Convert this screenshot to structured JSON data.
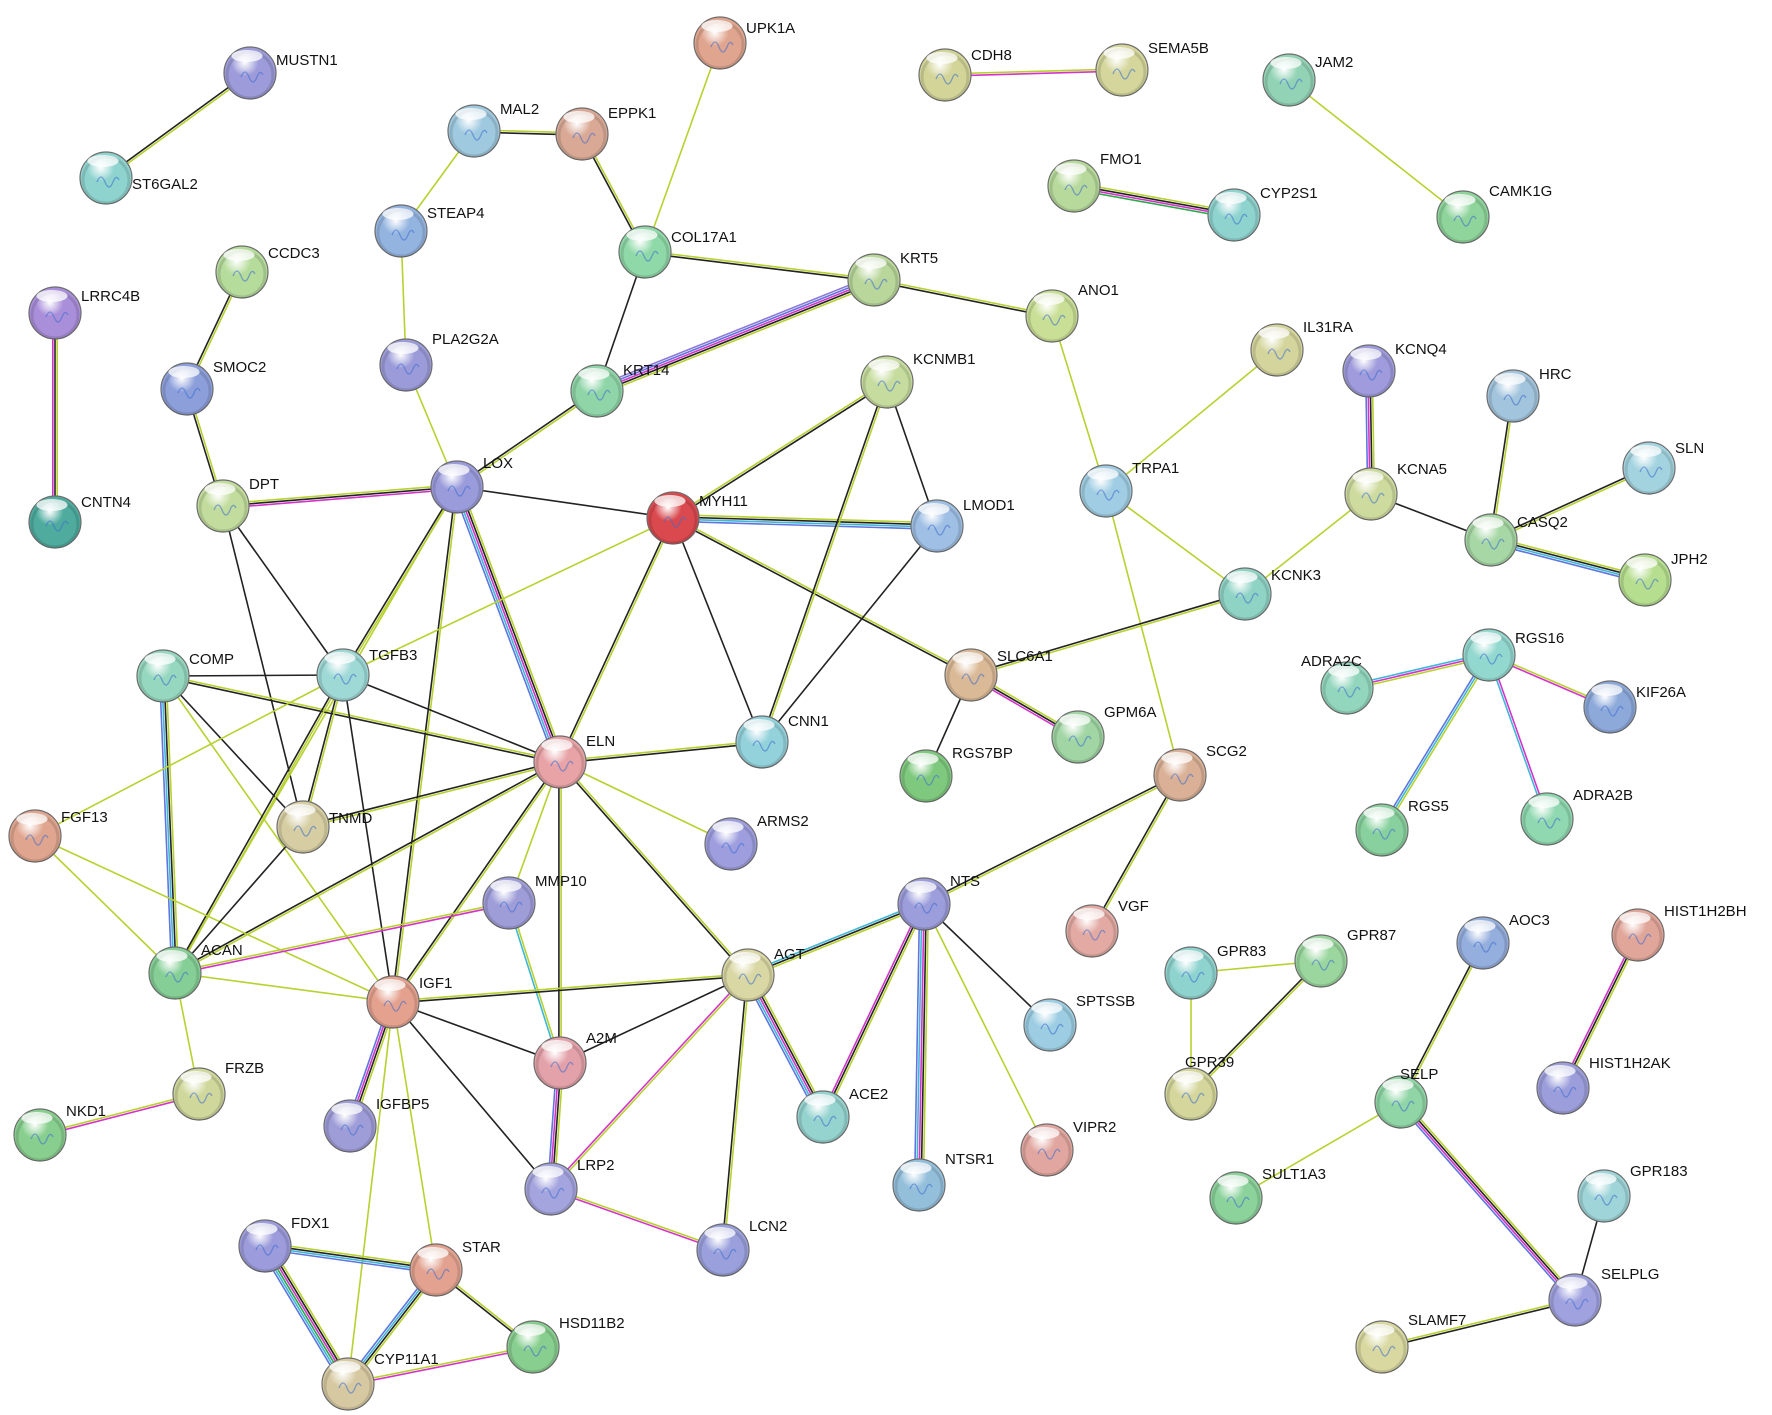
{
  "diagram": {
    "type": "protein-interaction-network",
    "edge_colors": {
      "y": "#b7d12f",
      "k": "#222222",
      "m": "#d433c9",
      "c": "#3fb7d6",
      "b": "#5e76de",
      "g": "#2ea84a",
      "p": "#8f7ad8"
    },
    "nodes": [
      {
        "id": "MUSTN1",
        "label": "MUSTN1",
        "color": "#9d9bd9"
      },
      {
        "id": "ST6GAL2",
        "label": "ST6GAL2",
        "color": "#8fd3cf"
      },
      {
        "id": "UPK1A",
        "label": "UPK1A",
        "color": "#e0a58f"
      },
      {
        "id": "MAL2",
        "label": "MAL2",
        "color": "#9fc9df"
      },
      {
        "id": "EPPK1",
        "label": "EPPK1",
        "color": "#d9a996"
      },
      {
        "id": "STEAP4",
        "label": "STEAP4",
        "color": "#94b4e0"
      },
      {
        "id": "COL17A1",
        "label": "COL17A1",
        "color": "#8fd9a8"
      },
      {
        "id": "CDH8",
        "label": "CDH8",
        "color": "#d2d498"
      },
      {
        "id": "SEMA5B",
        "label": "SEMA5B",
        "color": "#d4d69b"
      },
      {
        "id": "JAM2",
        "label": "JAM2",
        "color": "#92d3b5"
      },
      {
        "id": "CAMK1G",
        "label": "CAMK1G",
        "color": "#8ed49b"
      },
      {
        "id": "FMO1",
        "label": "FMO1",
        "color": "#b7d99b"
      },
      {
        "id": "CYP2S1",
        "label": "CYP2S1",
        "color": "#8fd3cf"
      },
      {
        "id": "CCDC3",
        "label": "CCDC3",
        "color": "#b6dc9c"
      },
      {
        "id": "KRT5",
        "label": "KRT5",
        "color": "#b9d69b"
      },
      {
        "id": "ANO1",
        "label": "ANO1",
        "color": "#c9df96"
      },
      {
        "id": "LRRC4B",
        "label": "LRRC4B",
        "color": "#a98ed9"
      },
      {
        "id": "SMOC2",
        "label": "SMOC2",
        "color": "#8c9fdb"
      },
      {
        "id": "PLA2G2A",
        "label": "PLA2G2A",
        "color": "#9b9bd9"
      },
      {
        "id": "KRT14",
        "label": "KRT14",
        "color": "#8fd5a8"
      },
      {
        "id": "KCNMB1",
        "label": "KCNMB1",
        "color": "#c6dc9e"
      },
      {
        "id": "IL31RA",
        "label": "IL31RA",
        "color": "#d4d59c"
      },
      {
        "id": "KCNQ4",
        "label": "KCNQ4",
        "color": "#9f9bdc"
      },
      {
        "id": "HRC",
        "label": "HRC",
        "color": "#a2c4dc"
      },
      {
        "id": "CNTN4",
        "label": "CNTN4",
        "color": "#4eab9e"
      },
      {
        "id": "DPT",
        "label": "DPT",
        "color": "#c1dc9c"
      },
      {
        "id": "LOX",
        "label": "LOX",
        "color": "#9a9bdb"
      },
      {
        "id": "MYH11",
        "label": "MYH11",
        "color": "#d9494e"
      },
      {
        "id": "LMOD1",
        "label": "LMOD1",
        "color": "#9fbfe4"
      },
      {
        "id": "TRPA1",
        "label": "TRPA1",
        "color": "#a0cde3"
      },
      {
        "id": "KCNA5",
        "label": "KCNA5",
        "color": "#cedb9e"
      },
      {
        "id": "SLN",
        "label": "SLN",
        "color": "#a3d3df"
      },
      {
        "id": "CASQ2",
        "label": "CASQ2",
        "color": "#a6d7a4"
      },
      {
        "id": "JPH2",
        "label": "JPH2",
        "color": "#b6de8f"
      },
      {
        "id": "KCNK3",
        "label": "KCNK3",
        "color": "#8fd3c4"
      },
      {
        "id": "COMP",
        "label": "COMP",
        "color": "#95d7bf"
      },
      {
        "id": "TGFB3",
        "label": "TGFB3",
        "color": "#9ed9d6"
      },
      {
        "id": "SLC6A1",
        "label": "SLC6A1",
        "color": "#dab996"
      },
      {
        "id": "RGS16",
        "label": "RGS16",
        "color": "#93d8cf"
      },
      {
        "id": "ADRA2C",
        "label": "ADRA2C",
        "color": "#92d6bd"
      },
      {
        "id": "KIF26A",
        "label": "KIF26A",
        "color": "#8da9da"
      },
      {
        "id": "ELN",
        "label": "ELN",
        "color": "#e7a3a6"
      },
      {
        "id": "CNN1",
        "label": "CNN1",
        "color": "#93d1db"
      },
      {
        "id": "GPM6A",
        "label": "GPM6A",
        "color": "#a1d5a4"
      },
      {
        "id": "RGS7BP",
        "label": "RGS7BP",
        "color": "#7fc97f"
      },
      {
        "id": "SCG2",
        "label": "SCG2",
        "color": "#dab096"
      },
      {
        "id": "FGF13",
        "label": "FGF13",
        "color": "#e0a58f"
      },
      {
        "id": "TNMD",
        "label": "TNMD",
        "color": "#d6cea2"
      },
      {
        "id": "ARMS2",
        "label": "ARMS2",
        "color": "#9e9edf"
      },
      {
        "id": "RGS5",
        "label": "RGS5",
        "color": "#88d19e"
      },
      {
        "id": "ADRA2B",
        "label": "ADRA2B",
        "color": "#8fd8b0"
      },
      {
        "id": "MMP10",
        "label": "MMP10",
        "color": "#9f9dd8"
      },
      {
        "id": "NTS",
        "label": "NTS",
        "color": "#9c9ddb"
      },
      {
        "id": "VGF",
        "label": "VGF",
        "color": "#e3aaa3"
      },
      {
        "id": "HIST1H2BH",
        "label": "HIST1H2BH",
        "color": "#e1a69a"
      },
      {
        "id": "AOC3",
        "label": "AOC3",
        "color": "#94aedd"
      },
      {
        "id": "GPR83",
        "label": "GPR83",
        "color": "#8fd3cf"
      },
      {
        "id": "GPR87",
        "label": "GPR87",
        "color": "#9ad69e"
      },
      {
        "id": "ACAN",
        "label": "ACAN",
        "color": "#85cf96"
      },
      {
        "id": "IGF1",
        "label": "IGF1",
        "color": "#e4a18e"
      },
      {
        "id": "AGT",
        "label": "AGT",
        "color": "#d9d7a3"
      },
      {
        "id": "SPTSSB",
        "label": "SPTSSB",
        "color": "#9ccde2"
      },
      {
        "id": "A2M",
        "label": "A2M",
        "color": "#e3a1a9"
      },
      {
        "id": "GPR39",
        "label": "GPR39",
        "color": "#d4d69b"
      },
      {
        "id": "SELP",
        "label": "SELP",
        "color": "#90d5a5"
      },
      {
        "id": "HIST1H2AK",
        "label": "HIST1H2AK",
        "color": "#9c9edb"
      },
      {
        "id": "NKD1",
        "label": "NKD1",
        "color": "#88cf8f"
      },
      {
        "id": "FRZB",
        "label": "FRZB",
        "color": "#cfd79b"
      },
      {
        "id": "IGFBP5",
        "label": "IGFBP5",
        "color": "#9f9dd8"
      },
      {
        "id": "ACE2",
        "label": "ACE2",
        "color": "#95d3cf"
      },
      {
        "id": "VIPR2",
        "label": "VIPR2",
        "color": "#e1a69f"
      },
      {
        "id": "LRP2",
        "label": "LRP2",
        "color": "#a4a4de"
      },
      {
        "id": "NTSR1",
        "label": "NTSR1",
        "color": "#94bfdb"
      },
      {
        "id": "SULT1A3",
        "label": "SULT1A3",
        "color": "#8bd29b"
      },
      {
        "id": "GPR183",
        "label": "GPR183",
        "color": "#9fd5d8"
      },
      {
        "id": "LCN2",
        "label": "LCN2",
        "color": "#9aa0dc"
      },
      {
        "id": "FDX1",
        "label": "FDX1",
        "color": "#9c9bdb"
      },
      {
        "id": "STAR",
        "label": "STAR",
        "color": "#e2a28f"
      },
      {
        "id": "HSD11B2",
        "label": "HSD11B2",
        "color": "#88cf8f"
      },
      {
        "id": "SELPLG",
        "label": "SELPLG",
        "color": "#a0a1df"
      },
      {
        "id": "SLAMF7",
        "label": "SLAMF7",
        "color": "#d8d8a0"
      },
      {
        "id": "CYP11A1",
        "label": "CYP11A1",
        "color": "#d6c9a2"
      }
    ],
    "edges": [
      [
        "MUSTN1",
        "ST6GAL2",
        "yk"
      ],
      [
        "MAL2",
        "EPPK1",
        "yk"
      ],
      [
        "MAL2",
        "STEAP4",
        "y"
      ],
      [
        "EPPK1",
        "COL17A1",
        "yk"
      ],
      [
        "UPK1A",
        "COL17A1",
        "y"
      ],
      [
        "CDH8",
        "SEMA5B",
        "ym"
      ],
      [
        "JAM2",
        "CAMK1G",
        "y"
      ],
      [
        "FMO1",
        "CYP2S1",
        "ykmg"
      ],
      [
        "COL17A1",
        "KRT5",
        "yk"
      ],
      [
        "COL17A1",
        "KRT14",
        "k"
      ],
      [
        "KRT5",
        "KRT14",
        "ykmbp"
      ],
      [
        "KRT5",
        "ANO1",
        "yk"
      ],
      [
        "CCDC3",
        "SMOC2",
        "yk"
      ],
      [
        "STEAP4",
        "PLA2G2A",
        "y"
      ],
      [
        "LRRC4B",
        "CNTN4",
        "ykm"
      ],
      [
        "SMOC2",
        "DPT",
        "yk"
      ],
      [
        "PLA2G2A",
        "LOX",
        "y"
      ],
      [
        "KRT14",
        "LOX",
        "yk"
      ],
      [
        "ANO1",
        "TRPA1",
        "y"
      ],
      [
        "IL31RA",
        "TRPA1",
        "y"
      ],
      [
        "KCNQ4",
        "KCNA5",
        "ykmb"
      ],
      [
        "HRC",
        "CASQ2",
        "yk"
      ],
      [
        "SLN",
        "CASQ2",
        "yk"
      ],
      [
        "KCNA5",
        "CASQ2",
        "k"
      ],
      [
        "KCNA5",
        "KCNK3",
        "y"
      ],
      [
        "CASQ2",
        "JPH2",
        "ykcb"
      ],
      [
        "TRPA1",
        "KCNK3",
        "y"
      ],
      [
        "TRPA1",
        "SCG2",
        "y"
      ],
      [
        "KCNK3",
        "SLC6A1",
        "yk"
      ],
      [
        "DPT",
        "LOX",
        "ykm"
      ],
      [
        "DPT",
        "TGFB3",
        "k"
      ],
      [
        "DPT",
        "TNMD",
        "k"
      ],
      [
        "LOX",
        "MYH11",
        "k"
      ],
      [
        "LOX",
        "TGFB3",
        "yk"
      ],
      [
        "LOX",
        "ELN",
        "ykmcb"
      ],
      [
        "LOX",
        "IGF1",
        "yk"
      ],
      [
        "LOX",
        "ACAN",
        "y"
      ],
      [
        "MYH11",
        "KCNMB1",
        "yk"
      ],
      [
        "MYH11",
        "LMOD1",
        "ykcb"
      ],
      [
        "MYH11",
        "ELN",
        "yk"
      ],
      [
        "MYH11",
        "CNN1",
        "k"
      ],
      [
        "MYH11",
        "SLC6A1",
        "yk"
      ],
      [
        "MYH11",
        "TGFB3",
        "y"
      ],
      [
        "KCNMB1",
        "LMOD1",
        "k"
      ],
      [
        "KCNMB1",
        "CNN1",
        "yk"
      ],
      [
        "LMOD1",
        "CNN1",
        "k"
      ],
      [
        "COMP",
        "TGFB3",
        "k"
      ],
      [
        "COMP",
        "ELN",
        "yk"
      ],
      [
        "COMP",
        "TNMD",
        "k"
      ],
      [
        "COMP",
        "ACAN",
        "ykcb"
      ],
      [
        "COMP",
        "IGF1",
        "y"
      ],
      [
        "TGFB3",
        "ELN",
        "k"
      ],
      [
        "TGFB3",
        "TNMD",
        "yk"
      ],
      [
        "TGFB3",
        "ACAN",
        "yk"
      ],
      [
        "TGFB3",
        "IGF1",
        "k"
      ],
      [
        "TGFB3",
        "FGF13",
        "y"
      ],
      [
        "ELN",
        "CNN1",
        "yk"
      ],
      [
        "ELN",
        "TNMD",
        "yk"
      ],
      [
        "ELN",
        "ARMS2",
        "y"
      ],
      [
        "ELN",
        "ACAN",
        "yk"
      ],
      [
        "ELN",
        "IGF1",
        "yk"
      ],
      [
        "ELN",
        "A2M",
        "yk"
      ],
      [
        "ELN",
        "AGT",
        "yk"
      ],
      [
        "ELN",
        "MMP10",
        "y"
      ],
      [
        "SLC6A1",
        "GPM6A",
        "ykm"
      ],
      [
        "SLC6A1",
        "RGS7BP",
        "k"
      ],
      [
        "SCG2",
        "NTS",
        "yk"
      ],
      [
        "SCG2",
        "VGF",
        "yk"
      ],
      [
        "RGS16",
        "ADRA2C",
        "ymc"
      ],
      [
        "RGS16",
        "KIF26A",
        "ym"
      ],
      [
        "RGS16",
        "RGS5",
        "ycb"
      ],
      [
        "RGS16",
        "ADRA2B",
        "mc"
      ],
      [
        "FGF13",
        "ACAN",
        "y"
      ],
      [
        "FGF13",
        "IGF1",
        "y"
      ],
      [
        "ACAN",
        "MMP10",
        "ym"
      ],
      [
        "ACAN",
        "IGF1",
        "y"
      ],
      [
        "ACAN",
        "FRZB",
        "y"
      ],
      [
        "ACAN",
        "TNMD",
        "k"
      ],
      [
        "MMP10",
        "A2M",
        "yc"
      ],
      [
        "IGF1",
        "AGT",
        "yk"
      ],
      [
        "IGF1",
        "A2M",
        "k"
      ],
      [
        "IGF1",
        "IGFBP5",
        "ykmb"
      ],
      [
        "IGF1",
        "LRP2",
        "k"
      ],
      [
        "IGF1",
        "STAR",
        "y"
      ],
      [
        "IGF1",
        "CYP11A1",
        "y"
      ],
      [
        "NTS",
        "AGT",
        "ykc"
      ],
      [
        "NTS",
        "ACE2",
        "ykm"
      ],
      [
        "NTS",
        "NTSR1",
        "ykmcb"
      ],
      [
        "NTS",
        "SPTSSB",
        "k"
      ],
      [
        "NTS",
        "VIPR2",
        "y"
      ],
      [
        "AGT",
        "A2M",
        "k"
      ],
      [
        "AGT",
        "ACE2",
        "ykmcb"
      ],
      [
        "AGT",
        "LRP2",
        "ym"
      ],
      [
        "AGT",
        "LCN2",
        "yk"
      ],
      [
        "A2M",
        "LRP2",
        "ykmb"
      ],
      [
        "LRP2",
        "LCN2",
        "ym"
      ],
      [
        "GPR83",
        "GPR87",
        "y"
      ],
      [
        "GPR83",
        "GPR39",
        "y"
      ],
      [
        "GPR87",
        "GPR39",
        "yk"
      ],
      [
        "AOC3",
        "SELP",
        "yk"
      ],
      [
        "HIST1H2BH",
        "HIST1H2AK",
        "ykm"
      ],
      [
        "SELP",
        "SULT1A3",
        "y"
      ],
      [
        "SELP",
        "SELPLG",
        "ykmb"
      ],
      [
        "GPR183",
        "SELPLG",
        "k"
      ],
      [
        "SLAMF7",
        "SELPLG",
        "yk"
      ],
      [
        "NKD1",
        "FRZB",
        "ym"
      ],
      [
        "FDX1",
        "STAR",
        "ykcb"
      ],
      [
        "FDX1",
        "CYP11A1",
        "ykmgcb"
      ],
      [
        "STAR",
        "CYP11A1",
        "ykcb"
      ],
      [
        "STAR",
        "HSD11B2",
        "yk"
      ],
      [
        "CYP11A1",
        "HSD11B2",
        "ym"
      ]
    ]
  }
}
